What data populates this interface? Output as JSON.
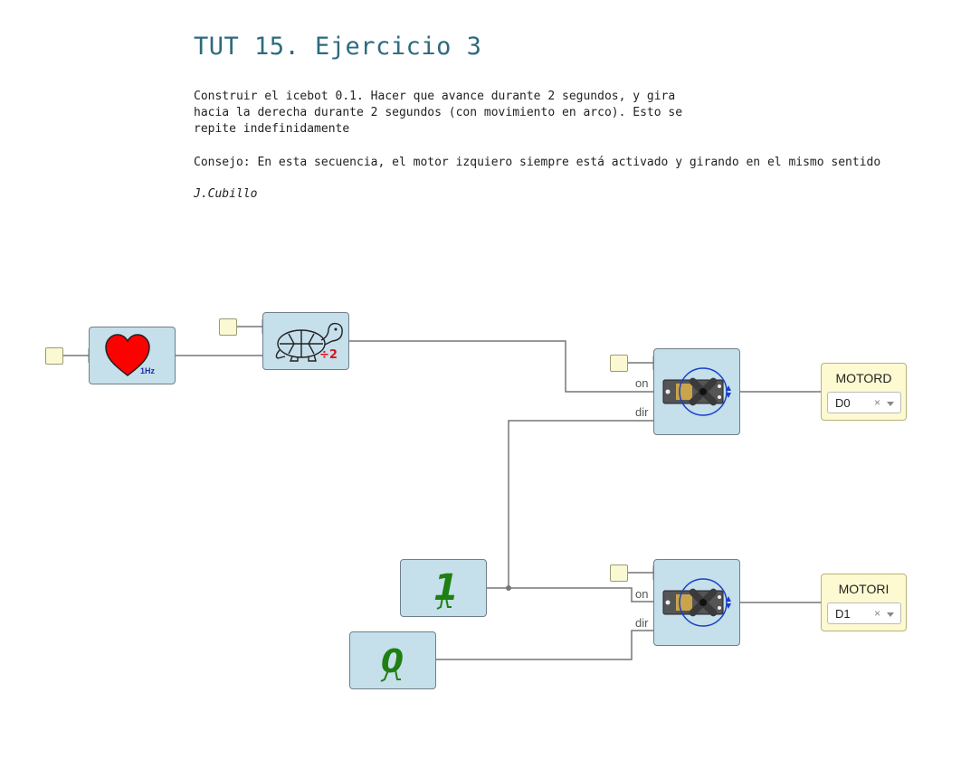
{
  "title": "TUT 15. Ejercicio 3",
  "description": {
    "paragraph": "Construir el icebot 0.1. Hacer que avance durante 2 segundos, y gira\nhacia la derecha durante 2 segundos (con movimiento en arco). Esto se\nrepite indefinidamente",
    "tip": "Consejo: En esta secuencia, el motor izquiero siempre está activado y girando en el mismo sentido",
    "author": "J.Cubillo"
  },
  "blocks": {
    "heart": {
      "icon": "heart-icon",
      "label": "1Hz",
      "color": "#ff0000"
    },
    "divider": {
      "icon": "turtle-icon",
      "label": "÷2"
    },
    "const_one": {
      "icon": "walking-one-icon",
      "label": "1"
    },
    "const_zero": {
      "icon": "walking-zero-icon",
      "label": "0"
    },
    "motor_d": {
      "icon": "servo-motor-icon",
      "port_on": "on",
      "port_dir": "dir"
    },
    "motor_i": {
      "icon": "servo-motor-icon",
      "port_on": "on",
      "port_dir": "dir"
    }
  },
  "outputs": {
    "motord": {
      "label": "MOTORD",
      "pin": "D0",
      "clear": "×"
    },
    "motori": {
      "label": "MOTORI",
      "pin": "D1",
      "clear": "×"
    }
  },
  "colors": {
    "title": "#2e6a7e",
    "block": "#c5dfeb",
    "output": "#fdf9d1",
    "wire": "#777777",
    "constant_green": "#1e7f12"
  }
}
